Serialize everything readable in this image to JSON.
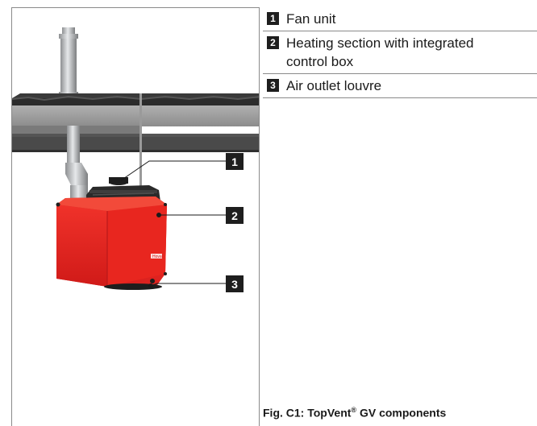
{
  "legend": {
    "items": [
      {
        "number": "1",
        "label": "Fan unit"
      },
      {
        "number": "2",
        "label": "Heating section with integrated control box"
      },
      {
        "number": "3",
        "label": "Air outlet louvre"
      }
    ]
  },
  "figure": {
    "callouts": [
      "1",
      "2",
      "3"
    ],
    "brand_plate": "Hoval"
  },
  "caption": {
    "prefix": "Fig. C1:",
    "name": "TopVent",
    "trademark": "®",
    "suffix": "GV components"
  },
  "colors": {
    "unit_red": "#e5221f",
    "concrete": "#9a9a9a",
    "roof_dark": "#2a2a2a",
    "steel": "#b7babc",
    "callout_box": "#1e1e1e"
  }
}
